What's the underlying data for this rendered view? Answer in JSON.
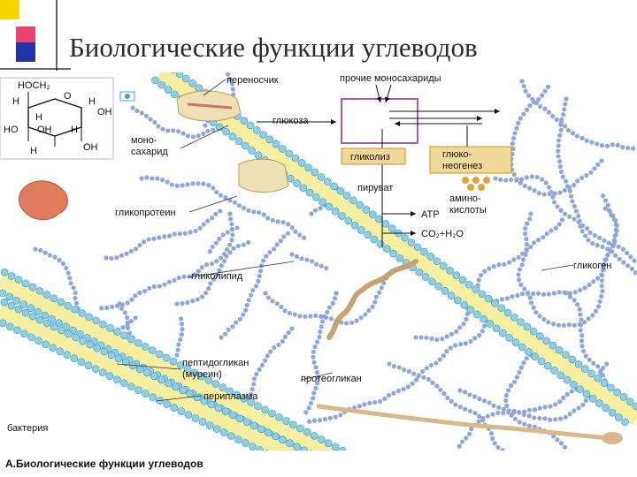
{
  "slide": {
    "title": "Биологические функции углеводов"
  },
  "colors": {
    "membrane_bead": "#8ecfe6",
    "membrane_bead_stroke": "#4a9fc6",
    "membrane_core": "#f6efa0",
    "chain": "#8fa6d6",
    "protein": "#efe0b6",
    "glycogen_box": "#a060b0",
    "orange_box": "#f1d999",
    "orange_box_stroke": "#d38a2a",
    "red_protein": "#e07c5a"
  },
  "structure": {
    "label_ch2oh": "HOCH₂",
    "atoms": [
      "H",
      "O",
      "H",
      "OH",
      "H",
      "HO",
      "OH",
      "H",
      "OH",
      "H"
    ]
  },
  "labels": {
    "transporter": "переносчик",
    "other_monosaccharides": "прочие моносахариды",
    "glucose": "глюкоза",
    "monosaccharide": [
      "моно-",
      "сахарид"
    ],
    "glycolysis": "гликолиз",
    "gluconeogenesis": [
      "глюко-",
      "неогенез"
    ],
    "pyruvate": "пируват",
    "amino_acids": [
      "амино-",
      "кислоты"
    ],
    "atp": "ATP",
    "co2_h2o": "CO₂+H₂O",
    "glycoprotein": "гликопротеин",
    "glycolipid": "гликолипид",
    "glycogen": "гликоген",
    "peptidoglycan": [
      "пептидогликан",
      "(муреин)"
    ],
    "proteoglycan": "протеогликан",
    "periplasm": "периплазма",
    "bacterium": "бактерия",
    "caption": "А.Биологические функции углеводов"
  }
}
